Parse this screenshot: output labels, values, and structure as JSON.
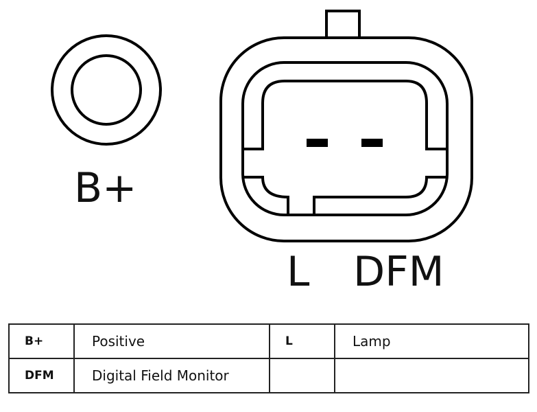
{
  "labels": {
    "b_plus": "B+",
    "l": "L",
    "dfm": "DFM"
  },
  "table": {
    "rows": [
      [
        {
          "code": "B+",
          "desc": "Positive"
        },
        {
          "code": "L",
          "desc": "Lamp"
        }
      ],
      [
        {
          "code": "DFM",
          "desc": "Digital Field Monitor"
        },
        {
          "code": "",
          "desc": ""
        }
      ]
    ]
  }
}
